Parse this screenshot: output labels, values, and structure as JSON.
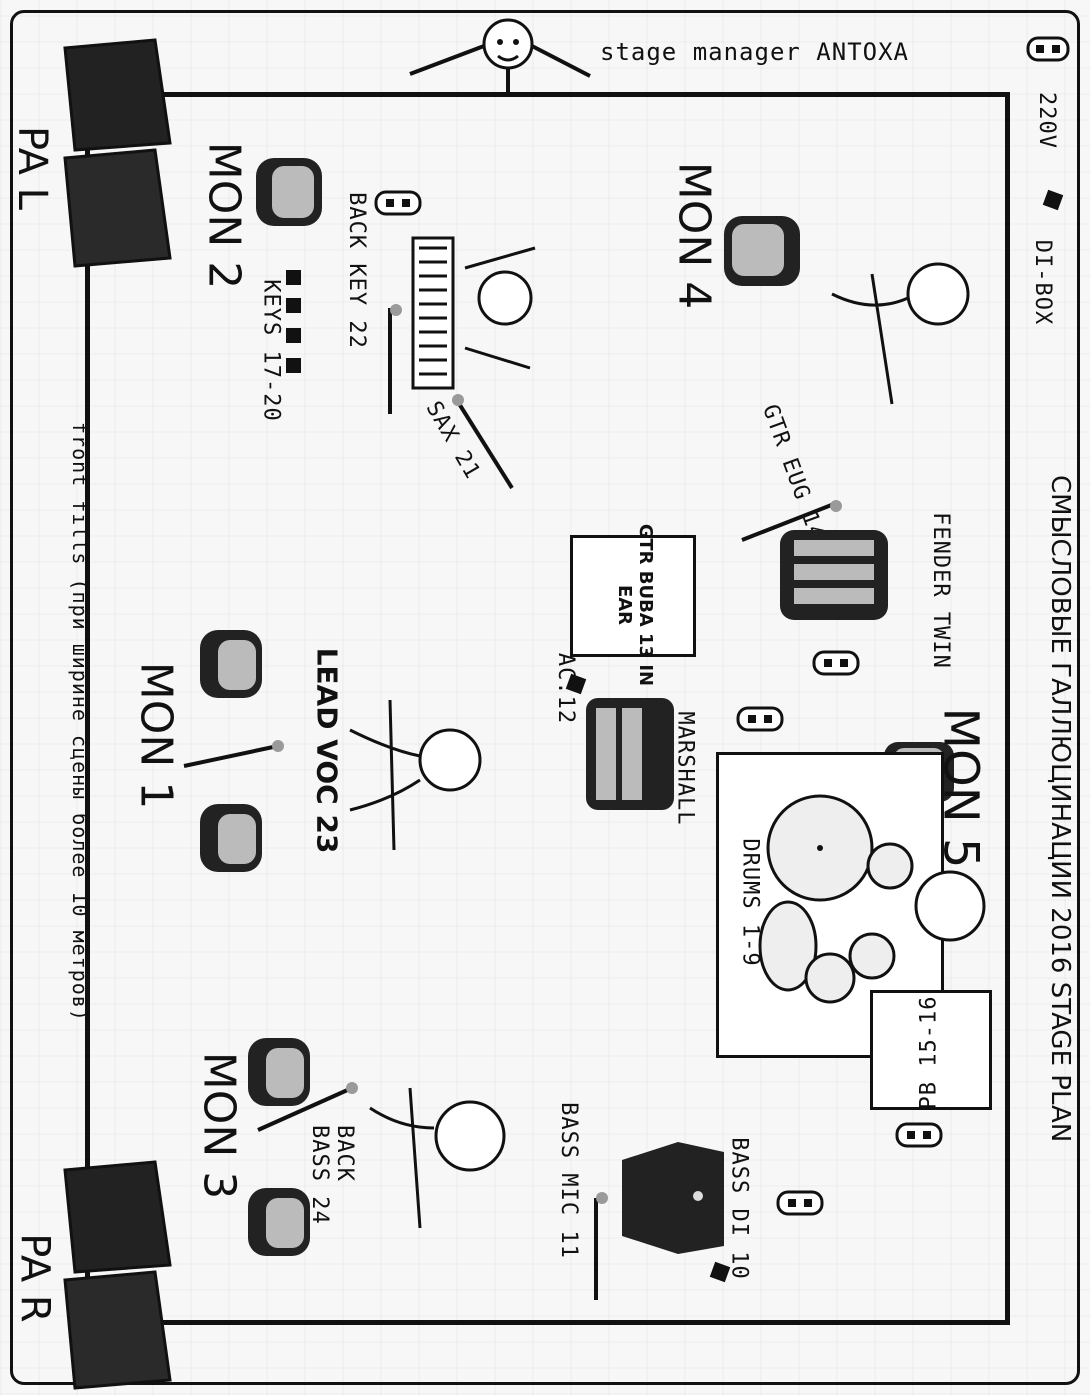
{
  "header": {
    "stage_manager": "stage manager ANTOXA",
    "title": "СМЫСЛОВЫЕ ГАЛЛЮЦИНАЦИИ 2016 STAGE PLAN"
  },
  "legend": {
    "power": "220V",
    "dibox": "DI-BOX"
  },
  "pa": {
    "left": "PA L",
    "right": "PA R"
  },
  "monitors": {
    "mon1": "MON 1",
    "mon2": "MON 2",
    "mon3": "MON 3",
    "mon4": "MON 4",
    "mon5": "MON 5"
  },
  "labels": {
    "back_key": "BACK KEY 22",
    "keys": "KEYS 17-20",
    "sax": "SAX 21",
    "gtr_eug": "GTR EUG 14",
    "fender": "FENDER TWIN",
    "gtr_buba": "GTR BUBA 13 IN EAR",
    "ac": "AC.12",
    "marshall": "MARSHALL",
    "lead_voc": "LEAD VOC 23",
    "drums": "DRUMS 1-9",
    "pb": "PB 15-16",
    "back_bass": "BACK BASS 24",
    "bass_mic": "BASS MIC 11",
    "bass_di": "BASS DI 10",
    "front_fills": "front fills (при ширине сцены более 10 метров)"
  },
  "colors": {
    "ink": "#111111",
    "paper": "#f7f7f7",
    "mic_head": "#9a9a9a"
  }
}
